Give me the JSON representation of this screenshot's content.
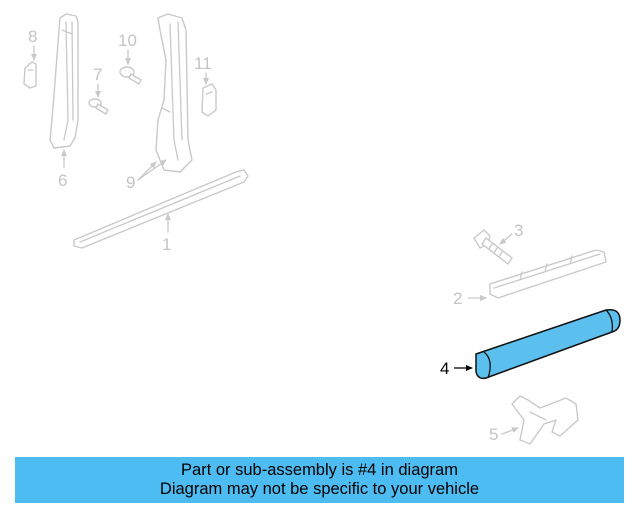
{
  "diagram": {
    "callouts": [
      {
        "id": "1",
        "label": "1",
        "state": "faded"
      },
      {
        "id": "2",
        "label": "2",
        "state": "faded"
      },
      {
        "id": "3",
        "label": "3",
        "state": "faded"
      },
      {
        "id": "4",
        "label": "4",
        "state": "highlighted"
      },
      {
        "id": "5",
        "label": "5",
        "state": "faded"
      },
      {
        "id": "6",
        "label": "6",
        "state": "faded"
      },
      {
        "id": "7",
        "label": "7",
        "state": "faded"
      },
      {
        "id": "8",
        "label": "8",
        "state": "faded"
      },
      {
        "id": "9",
        "label": "9",
        "state": "faded"
      },
      {
        "id": "10",
        "label": "10",
        "state": "faded"
      },
      {
        "id": "11",
        "label": "11",
        "state": "faded"
      }
    ],
    "colors": {
      "highlight": "#5bc0ee",
      "faded": "#c9c9c9",
      "banner": "#4dbcf2"
    }
  },
  "banner": {
    "line1": "Part or sub-assembly is #4 in diagram",
    "line2": "Diagram may not be specific to your vehicle"
  }
}
